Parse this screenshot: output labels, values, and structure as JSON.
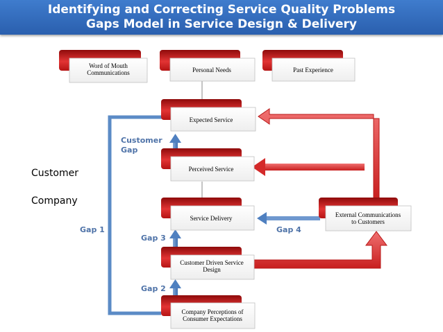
{
  "title": {
    "line1": "Identifying and Correcting Service Quality Problems",
    "line2": "Gaps Model in Service Design & Delivery"
  },
  "boxes": {
    "word_of_mouth": [
      "Word of Mouth",
      "Communications"
    ],
    "personal_needs": [
      "Personal Needs"
    ],
    "past_experience": [
      "Past Experience"
    ],
    "expected_service": [
      "Expected Service"
    ],
    "perceived_service": [
      "Perceived Service"
    ],
    "service_delivery": [
      "Service Delivery"
    ],
    "external_communications": [
      "External Communications",
      "to Customers"
    ],
    "customer_driven_design": [
      "Customer Driven Service",
      "Design"
    ],
    "company_perceptions": [
      "Company Perceptions of",
      "Consumer Expectations"
    ]
  },
  "labels": {
    "customer_gap": [
      "Customer",
      "Gap"
    ],
    "gap1": "Gap 1",
    "gap2": "Gap 2",
    "gap3": "Gap 3",
    "gap4": "Gap 4",
    "customer": "Customer",
    "company": "Company"
  },
  "colors": {
    "title_bg": "#2f67b8",
    "box_red": "#cc1a1a",
    "arrow_red": "#d83030",
    "arrow_blue": "#5b8bc6",
    "gap_text": "#4f73a8"
  }
}
